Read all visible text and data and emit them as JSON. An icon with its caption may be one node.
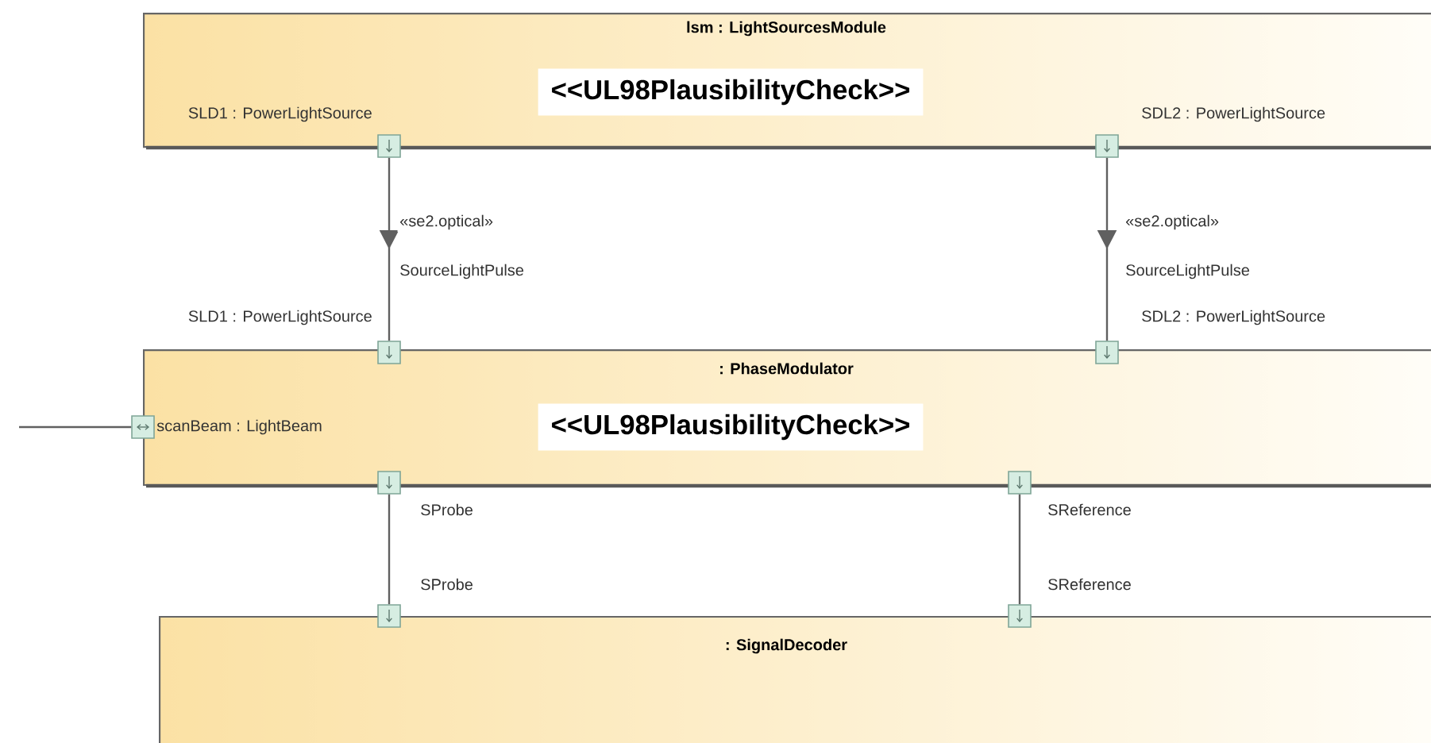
{
  "diagram": {
    "nodes": [
      {
        "text": [
          "lsm : LightSourcesModule",
          "<<UL98PlausibilityCheck>>"
        ]
      },
      {
        "text": [
          "SLD1 : PowerLightSource"
        ]
      },
      {
        "text": [
          "SDL2 : PowerLightSource"
        ]
      },
      {
        "text": [
          ": PhaseModulator",
          "<<UL98PlausibilityCheck>>"
        ]
      },
      {
        "text": [
          "SLD1 : PowerLightSource"
        ]
      },
      {
        "text": [
          "SDL2 : PowerLightSource"
        ]
      },
      {
        "text": [
          "scanBeam : LightBeam"
        ]
      },
      {
        "text": [
          "SProbe"
        ]
      },
      {
        "text": [
          "SReference"
        ]
      },
      {
        "text": [
          ": SignalDecoder"
        ]
      },
      {
        "text": [
          "SProbe"
        ]
      },
      {
        "text": [
          "SReference"
        ]
      }
    ],
    "edges": [
      {
        "from": 1,
        "to": 4,
        "arrow": "to",
        "label": "«se2.optical»"
      },
      {
        "from": 2,
        "to": 5,
        "arrow": "to",
        "label": "«se2.optical»"
      },
      {
        "from": 7,
        "to": 10,
        "arrow": "none"
      },
      {
        "from": 8,
        "to": 11,
        "arrow": "none"
      },
      {
        "from": null,
        "to": 6,
        "arrow": "none"
      }
    ],
    "labels": [
      "SourceLightPulse",
      "SourceLightPulse"
    ]
  }
}
